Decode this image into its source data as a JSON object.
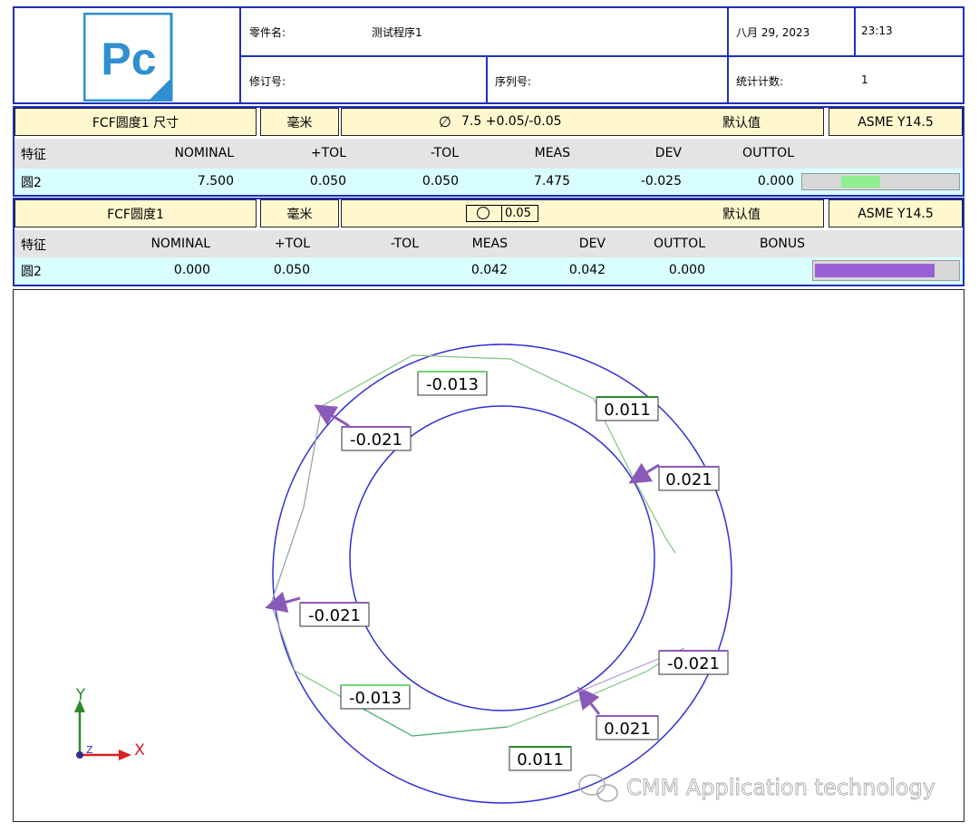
{
  "header": {
    "logo_text": "Pc",
    "part_name_label": "零件名:",
    "part_name_value": "测试程序1",
    "date": "八月 29, 2023",
    "time": "23:13",
    "revision_label": "修订号:",
    "serial_label": "序列号:",
    "stat_count_label": "统计计数:",
    "stat_count_value": "1"
  },
  "block1": {
    "title": "FCF圆度1 尺寸",
    "unit": "毫米",
    "dim_symbol": "∅",
    "dim_text": "7.5  +0.05/-0.05",
    "default_label": "默认值",
    "standard": "ASME Y14.5",
    "columns": [
      "特征",
      "NOMINAL",
      "+TOL",
      "-TOL",
      "MEAS",
      "DEV",
      "OUTTOL"
    ],
    "row": {
      "feature": "圆2",
      "nominal": "7.500",
      "plus_tol": "0.050",
      "minus_tol": "0.050",
      "meas": "7.475",
      "dev": "-0.025",
      "outtol": "0.000"
    },
    "bar": {
      "color": "#90f090",
      "start_fraction": 0.25,
      "end_fraction": 0.5
    }
  },
  "block2": {
    "title": "FCF圆度1",
    "unit": "毫米",
    "tolerance": "0.05",
    "default_label": "默认值",
    "standard": "ASME Y14.5",
    "columns": [
      "特征",
      "NOMINAL",
      "+TOL",
      "-TOL",
      "MEAS",
      "DEV",
      "OUTTOL",
      "BONUS"
    ],
    "row": {
      "feature": "圆2",
      "nominal": "0.000",
      "plus_tol": "0.050",
      "meas": "0.042",
      "dev": "0.042",
      "outtol": "0.000"
    },
    "bar": {
      "color": "#9a5fd6",
      "fill_fraction": 0.84
    }
  },
  "plot": {
    "deviation_labels": [
      "-0.013",
      "0.011",
      "-0.021",
      "0.021",
      "-0.021",
      "-0.021",
      "-0.013",
      "0.021",
      "0.011"
    ],
    "axis_y": "Y",
    "axis_x": "X",
    "axis_z": "Z",
    "watermark": "CMM Application technology",
    "colors": {
      "circle": "#2f2fd8",
      "positive": "#6fd86f",
      "negative": "#8a5ab8",
      "axis_y": "#2c8a2c",
      "axis_x": "#d82020"
    }
  }
}
